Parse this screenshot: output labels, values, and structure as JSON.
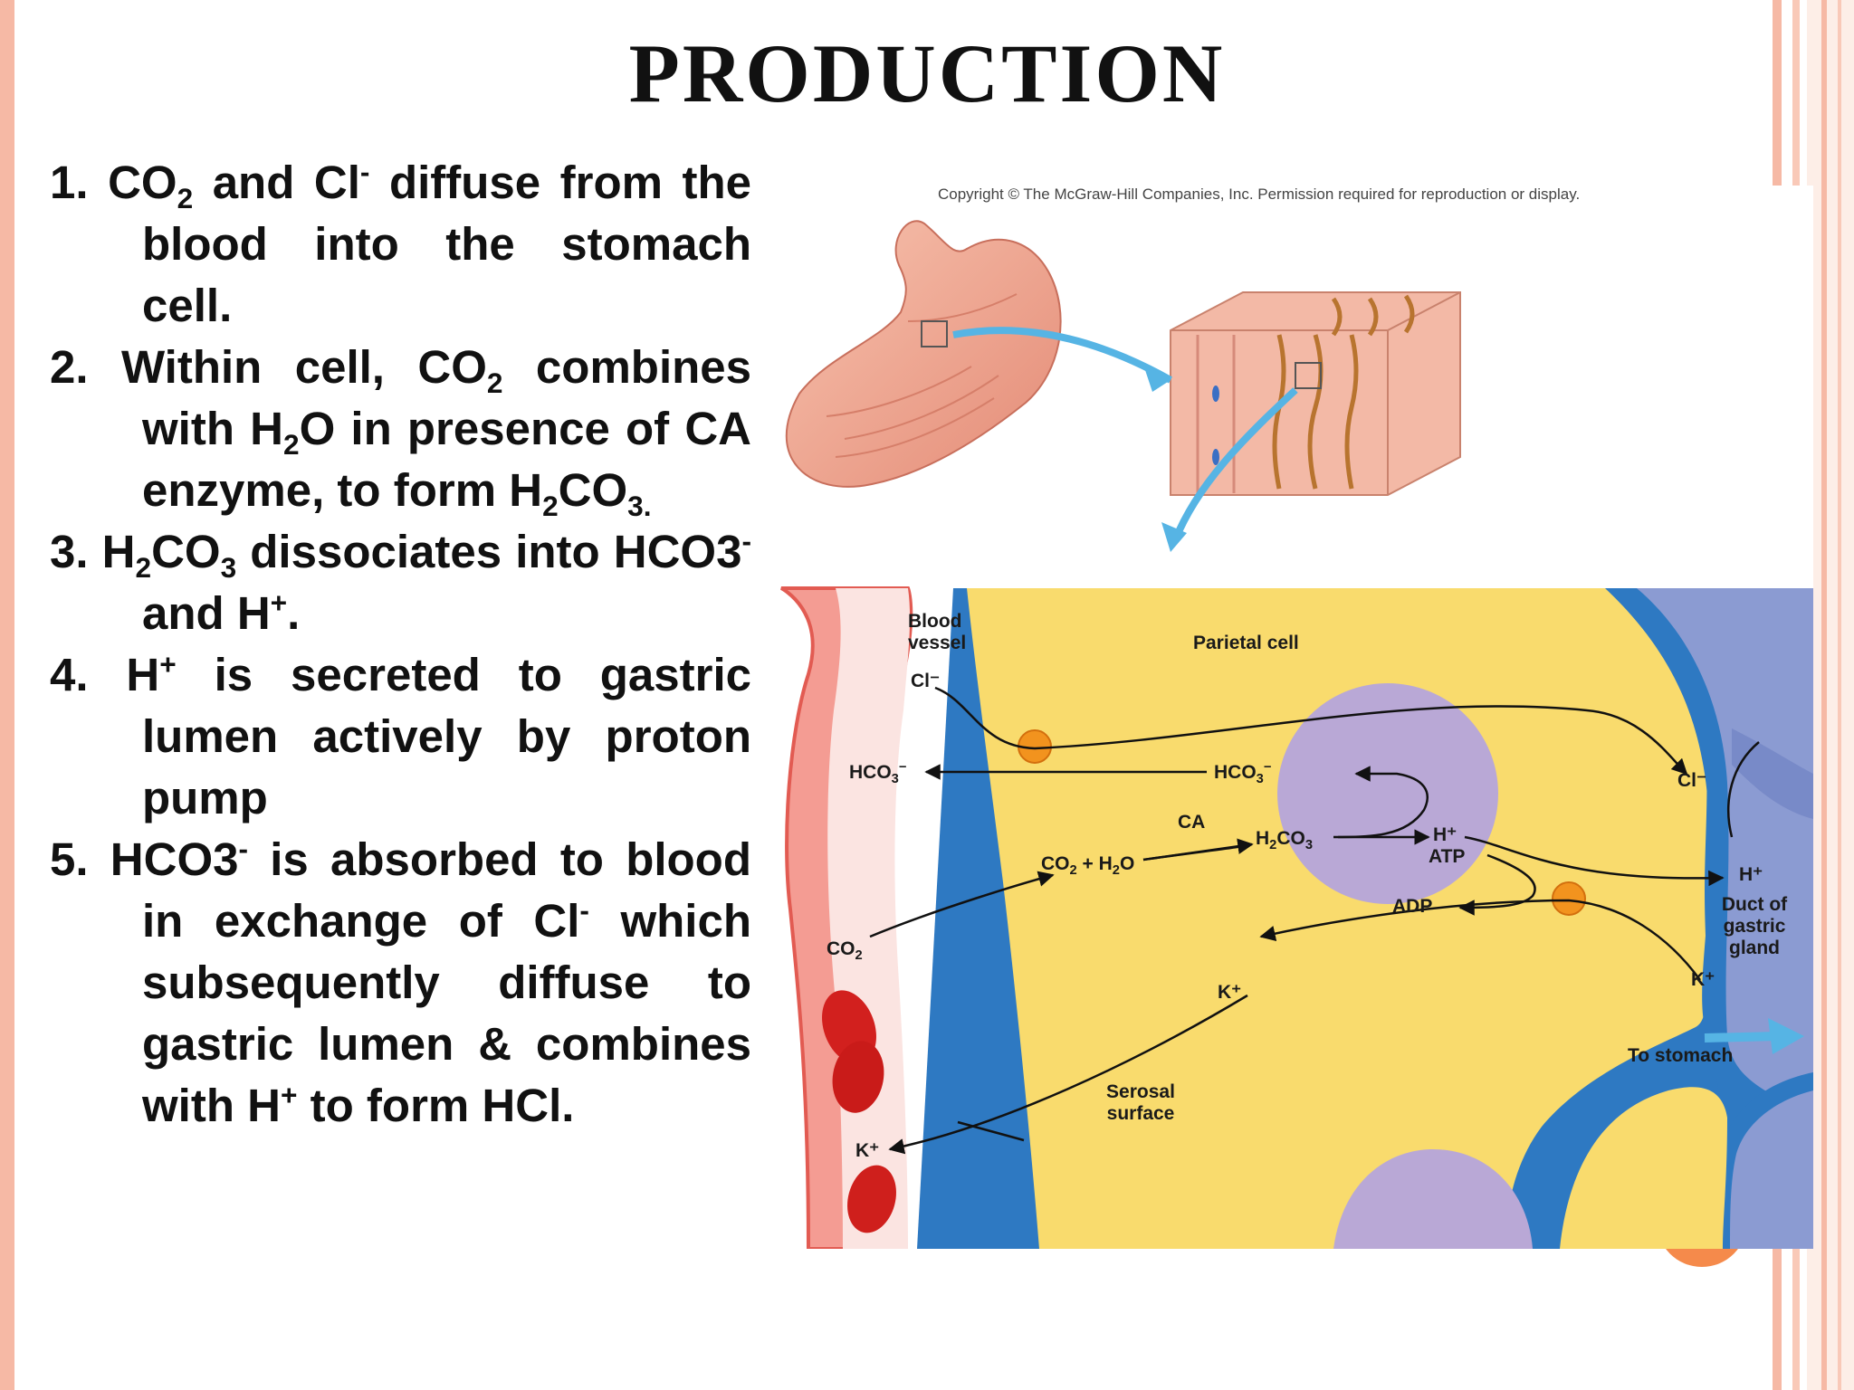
{
  "slide": {
    "title": "PRODUCTION",
    "steps": [
      {
        "num": "1.",
        "parts": [
          " CO",
          "2",
          " and Cl",
          "-",
          " diffuse from the blood into the stomach cell."
        ]
      },
      {
        "num": "2.",
        "parts": [
          " Within cell, CO",
          "2",
          " combines with H",
          "2",
          "O in presence of CA enzyme, to form H",
          "2",
          "CO",
          "3."
        ]
      },
      {
        "num": "3.",
        "parts": [
          " H",
          "2",
          "CO",
          "3",
          " dissociates into HCO3",
          "-",
          " and H",
          "+",
          "."
        ]
      },
      {
        "num": "4.",
        "parts": [
          " H",
          "+",
          " is secreted to gastric lumen actively by proton pump"
        ]
      },
      {
        "num": "5.",
        "parts": [
          " HCO3",
          "-",
          " is absorbed to blood in exchange of Cl",
          "-",
          " which subsequently diffuse to gastric lumen & combines with H",
          "+",
          " to form HCl."
        ]
      }
    ]
  },
  "figure": {
    "copyright": "Copyright © The McGraw-Hill Companies, Inc. Permission required for reproduction or display.",
    "labels": {
      "blood_vessel": "Blood vessel",
      "parietal_cell": "Parietal cell",
      "cl_blood": "Cl⁻",
      "hco3_blood_a": "HCO",
      "hco3_blood_b": "3",
      "hco3_blood_c": "−",
      "hco3_cell_a": "HCO",
      "hco3_cell_b": "3",
      "hco3_cell_c": "−",
      "ca": "CA",
      "co2_h2o_a": "CO",
      "co2_h2o_b": "2",
      "co2_h2o_c": " + H",
      "co2_h2o_d": "2",
      "co2_h2o_e": "O",
      "h2co3_a": "H",
      "h2co3_b": "2",
      "h2co3_c": "CO",
      "h2co3_d": "3",
      "h_plus_cell": "H⁺",
      "atp": "ATP",
      "adp": "ADP",
      "cl_duct": "Cl⁻",
      "h_plus_duct": "H⁺",
      "duct": "Duct of gastric gland",
      "k_duct": "K⁺",
      "co2_blood_a": "CO",
      "co2_blood_b": "2",
      "k_cell": "K⁺",
      "to_stomach": "To stomach",
      "serosal": "Serosal surface",
      "k_blood": "K⁺"
    }
  },
  "colors": {
    "accent": "#f6b9a5",
    "cell_yellow": "#f9db6d",
    "membrane_blue": "#2e79c2",
    "nucleus": "#b9a8d6",
    "duct": "#8b9bd2",
    "blood": "#e8584f",
    "pump": "#f2931e"
  }
}
